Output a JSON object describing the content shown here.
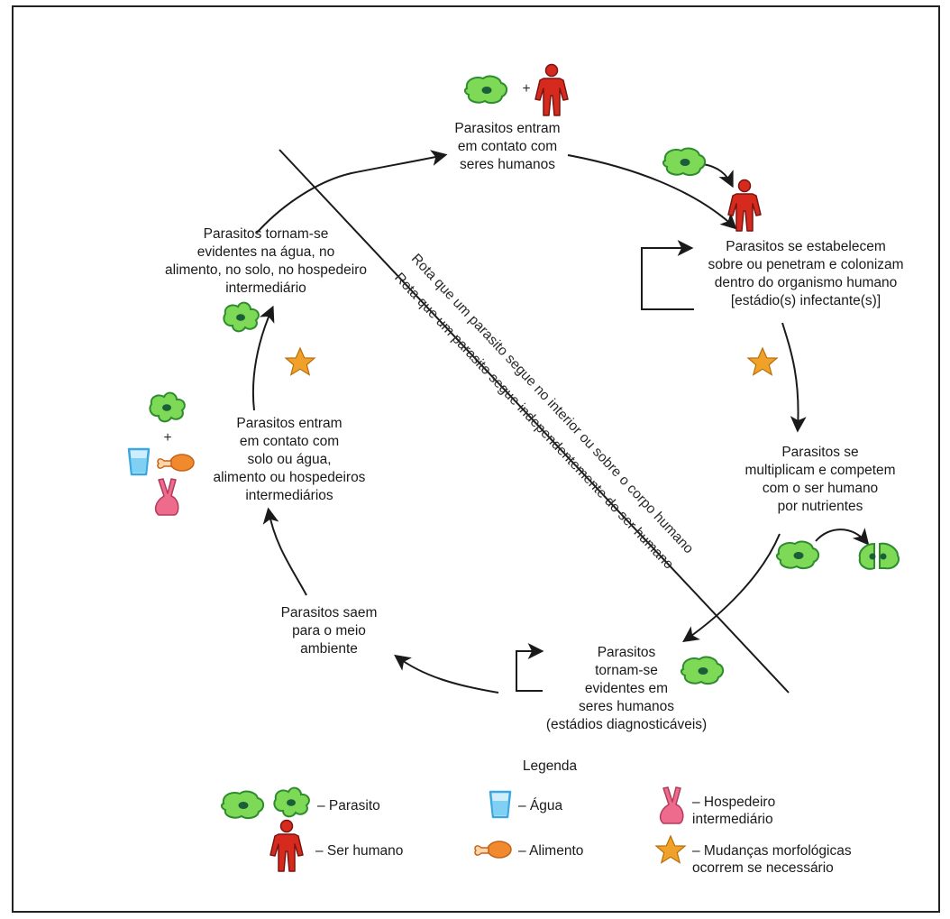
{
  "steps": {
    "contact_humans": "Parasitos entram\nem contato com\nseres humanos",
    "establish": "Parasitos se estabelecem\nsobre ou penetram e colonizam\ndentro do organismo humano\n[estádio(s) infectante(s)]",
    "multiply": "Parasitos se\nmultiplicam e competem\ncom o ser humano\npor nutrientes",
    "evident_humans": "Parasitos\ntornam-se\nevidentes em\nseres humanos\n(estádios diagnosticáveis)",
    "exit_env": "Parasitos saem\npara o meio\nambiente",
    "contact_env": "Parasitos entram\nem contato com\nsolo ou água,\nalimento ou hospedeiros\nintermediários",
    "evident_env": "Parasitos tornam-se\nevidentes na água, no\nalimento, no solo, no hospedeiro\nintermediário"
  },
  "plus_sign": "+",
  "routes": {
    "inside_body": "Rota que um parasito segue no interior ou sobre o corpo humano",
    "independent": "Rota que um parasito segue independentemente do ser humano"
  },
  "legend": {
    "title": "Legenda",
    "parasite": "– Parasito",
    "human": "– Ser humano",
    "water": "– Água",
    "food": "– Alimento",
    "intermediate_host": "– Hospedeiro\nintermediário",
    "morph_change": "– Mudanças morfológicas\nocorrem se necessário"
  },
  "colors": {
    "parasite_fill": "#7ed957",
    "parasite_stroke": "#2e8b2e",
    "parasite_nucleus": "#1b5e3a",
    "human_fill": "#d62a1e",
    "human_stroke": "#7a1410",
    "water": "#3aa7e0",
    "food": "#f08a2c",
    "host": "#ef6b8d",
    "star": "#f0a12a",
    "arrow": "#1a1a1a"
  },
  "icons": [
    "parasite-icon",
    "human-icon",
    "water-cup-icon",
    "food-drumstick-icon",
    "rabbit-host-icon",
    "star-icon"
  ]
}
